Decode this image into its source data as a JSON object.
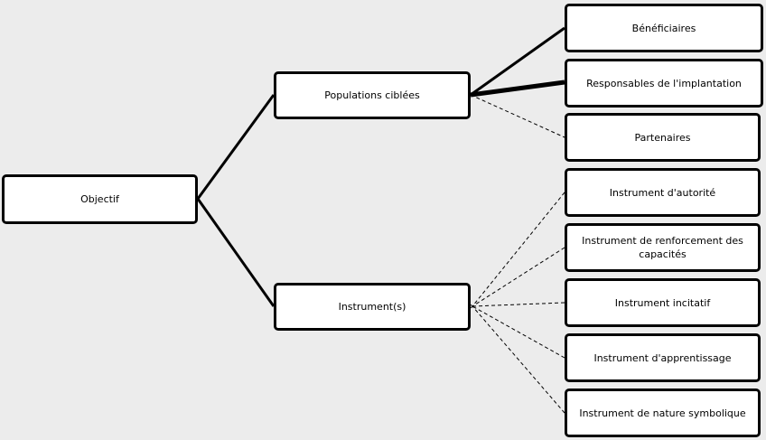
{
  "root": {
    "label": "Objectif"
  },
  "branches": {
    "populations": {
      "label": "Populations ciblées",
      "children": [
        "Bénéficiaires",
        "Responsables de l'implantation",
        "Partenaires"
      ]
    },
    "instruments": {
      "label": "Instrument(s)",
      "children": [
        "Instrument d'autorité",
        "Instrument de renforcement des capacités",
        "Instrument incitatif",
        "Instrument d'apprentissage",
        "Instrument de nature symbolique"
      ]
    }
  },
  "colors": {
    "background": "#ececec",
    "box_fill": "#ffffff",
    "box_border": "#000000",
    "line": "#000000"
  }
}
